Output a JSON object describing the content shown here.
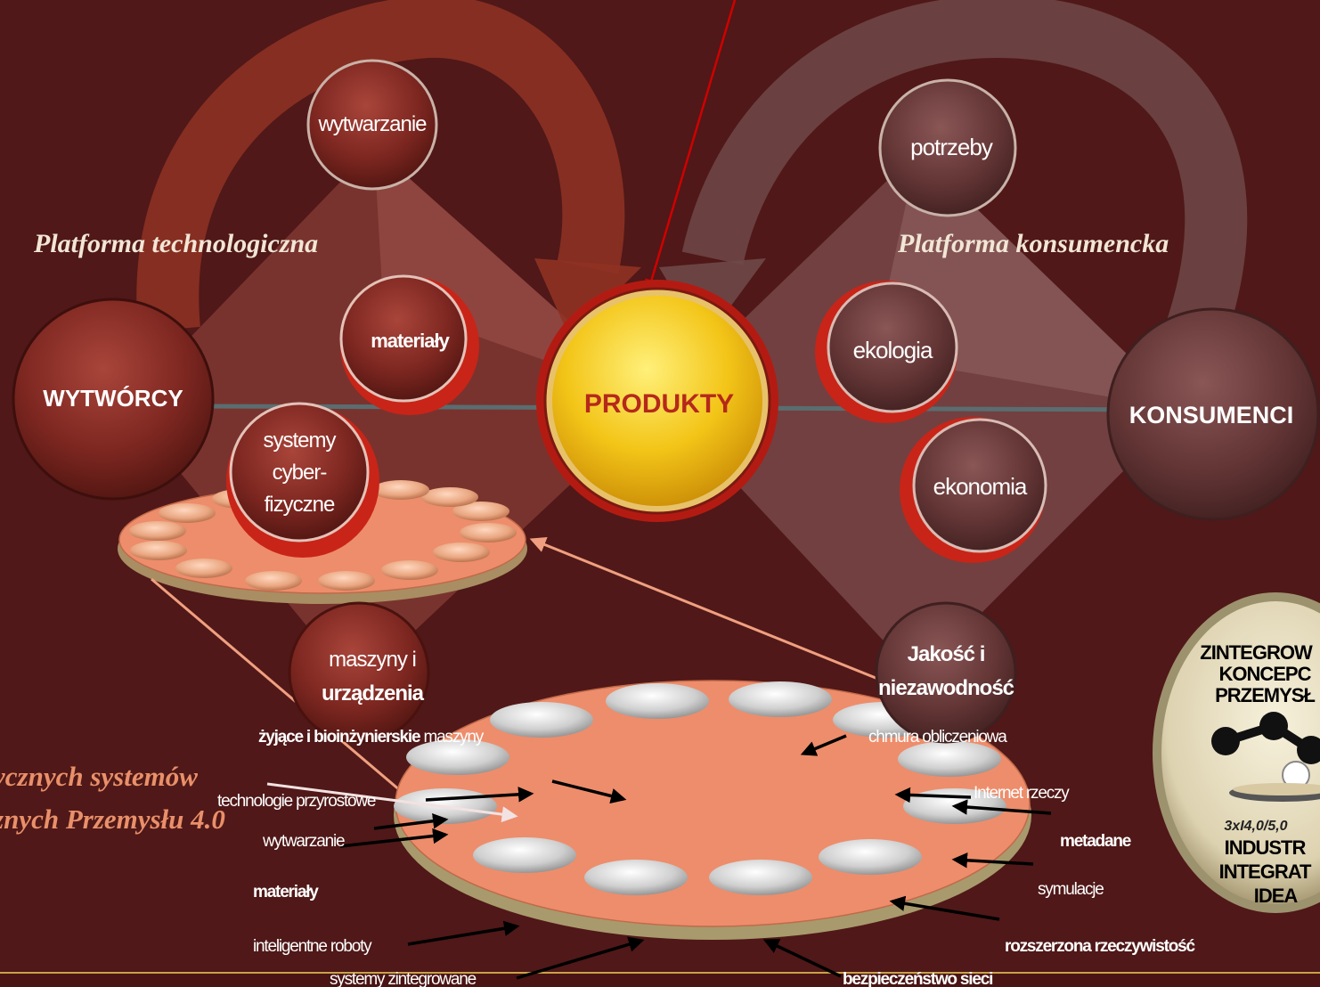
{
  "platforms": {
    "technological": "Platforma technologiczna",
    "consumer": "Platforma konsumencka"
  },
  "nodes": {
    "producers": "WYTWÓRCY",
    "products": "PRODUKTY",
    "consumers": "KONSUMENCI",
    "manufacturing": "wytwarzanie",
    "materials": "materiały",
    "cps": [
      "systemy",
      "cyber-",
      "fizyczne"
    ],
    "machines": [
      "maszyny i",
      "urządzenia"
    ],
    "needs": "potrzeby",
    "ecology": "ekologia",
    "economy": "ekonomia",
    "quality": [
      "Jakość i",
      "niezawodność"
    ]
  },
  "ring_labels": {
    "living_machines_bold": "żyjące i bioinżynierskie",
    "living_machines_rest": " maszyny",
    "additive": "technologie przyrostowe",
    "manufacturing": "wytwarzanie",
    "materials": "materiały",
    "robots": "inteligentne roboty",
    "integrated": "systemy zintegrowane",
    "cloud": "chmura obliczeniowa",
    "iot": "Internet rzeczy",
    "metadata": "metadane",
    "simulations": "symulacje",
    "ar": "rozszerzona rzeczywistość",
    "security": "bezpieczeństwo sieci"
  },
  "left_caption": [
    "ycznych systemów",
    "znych Przemysłu 4.0"
  ],
  "badge": {
    "title_lines": [
      "ZINTEGROW",
      "KONCEPC",
      "PRZEMYSŁ"
    ],
    "version": "3xI4,0/5,0",
    "bottom_lines": [
      "INDUSTR",
      "INTEGRAT",
      "IDEA"
    ]
  },
  "colors": {
    "background": "#4a1414",
    "producer_node": "#8a2a22",
    "consumer_node": "#6e3a3a",
    "product_node": "#f2c81c",
    "product_text": "#b5291b",
    "ring_fill": "#ee8d6b",
    "ring_base": "#9a8a64",
    "accent_red": "#c80000"
  }
}
